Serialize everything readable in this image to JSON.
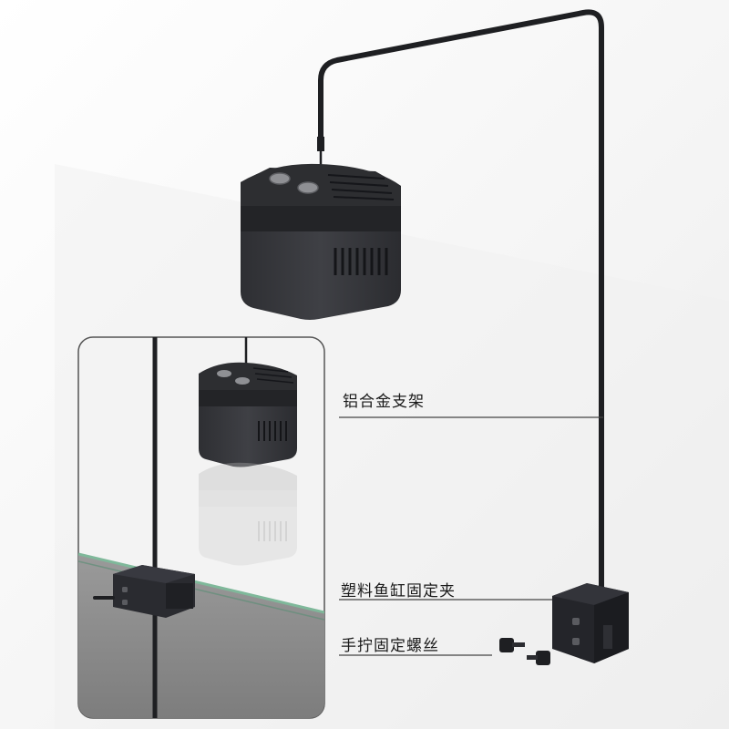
{
  "labels": {
    "bracket": "铝合金支架",
    "tank_clip": "塑料鱼缸固定夹",
    "screws": "手拧固定螺丝"
  },
  "colors": {
    "background": "#ffffff",
    "metal": "#1e1f22",
    "device_top": "#2a2b2e",
    "device_body": "#3a3b3f",
    "glass_edge": "#7fb89a",
    "inset_panel": "#f3f3f3",
    "label_line": "#444444"
  }
}
